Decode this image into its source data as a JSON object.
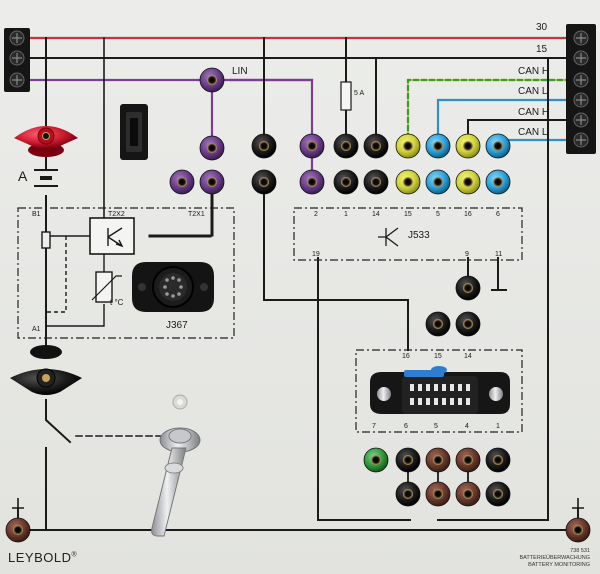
{
  "panel": {
    "brand": "LEYBOLD",
    "registered": "®",
    "catalog_number": "738 531",
    "caption_de": "BATTERIEÜBERWACHUNG",
    "caption_en": "BATTERY MONITORING"
  },
  "bus": {
    "line_30": "30",
    "line_15": "15",
    "can_h_1": "CAN H",
    "can_l_1": "CAN L",
    "can_h_2": "CAN H",
    "can_l_2": "CAN L",
    "lin": "LIN"
  },
  "components": {
    "fuse_rating": "5 A",
    "ammeter_label": "A",
    "sensor_module": "J367",
    "temperature_symbol": "t °C",
    "control_unit": "J533"
  },
  "pins": {
    "b1": "B1",
    "a1": "A1",
    "t2x2": "T2X2",
    "t2x1": "T2X1",
    "j533_2": "2",
    "j533_1": "1",
    "j533_14": "14",
    "j533_15": "15",
    "j533_5": "5",
    "j533_16": "16",
    "j533_6": "6",
    "j533_19": "19",
    "j533_9": "9",
    "j533_11": "11",
    "diag_16": "16",
    "diag_15": "15",
    "diag_14": "14",
    "diag_7": "7",
    "diag_6": "6",
    "diag_5": "5",
    "diag_4": "4",
    "diag_1": "1"
  },
  "colors": {
    "line_30": "#c8323a",
    "lin": "#7a3f8f",
    "can_h": "#d7c63a",
    "can_l": "#2f8fcb",
    "socket_black": "#1c1c1c",
    "socket_violet": "#6b3c8c",
    "socket_yellow": "#cfd33a",
    "socket_blue": "#2aa3db",
    "socket_green": "#2f9a3b",
    "socket_brown": "#6a3a2c",
    "socket_red": "#c8182c"
  }
}
